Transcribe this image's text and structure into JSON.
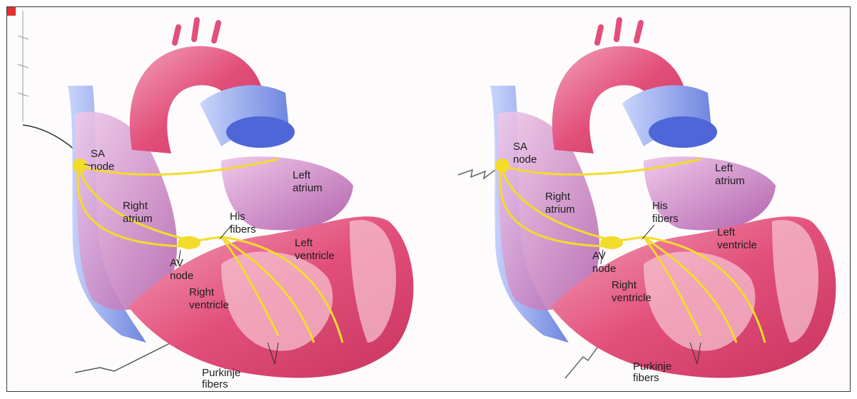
{
  "panels": [
    {
      "labels": {
        "sa_node": [
          "SA",
          "node"
        ],
        "left_atrium": [
          "Left",
          "atrium"
        ],
        "right_atrium": [
          "Right",
          "atrium"
        ],
        "his_fibers": [
          "His",
          "fibers"
        ],
        "left_ventricle": [
          "Left",
          "ventricle"
        ],
        "av_node": [
          "AV",
          "node"
        ],
        "right_ventricle": [
          "Right",
          "ventricle"
        ],
        "purkinje_fibers": [
          "Purkinje",
          "fibers"
        ]
      }
    },
    {
      "labels": {
        "sa_node": [
          "SA",
          "node"
        ],
        "left_atrium": [
          "Left",
          "atrium"
        ],
        "right_atrium": [
          "Right",
          "atrium"
        ],
        "his_fibers": [
          "His",
          "fibers"
        ],
        "left_ventricle": [
          "Left",
          "ventricle"
        ],
        "av_node": [
          "AV",
          "node"
        ],
        "right_ventricle": [
          "Right",
          "ventricle"
        ],
        "purkinje_fibers": [
          "Purkinje",
          "fibers"
        ]
      }
    }
  ],
  "colors": {
    "myocardium": "#e24f7a",
    "atrium_wall": "#c77cc0",
    "aorta": "#e24f7a",
    "vena_cava": "#8aa0e6",
    "conduction": "#f3dc2a",
    "background": "#fdfbfc"
  }
}
